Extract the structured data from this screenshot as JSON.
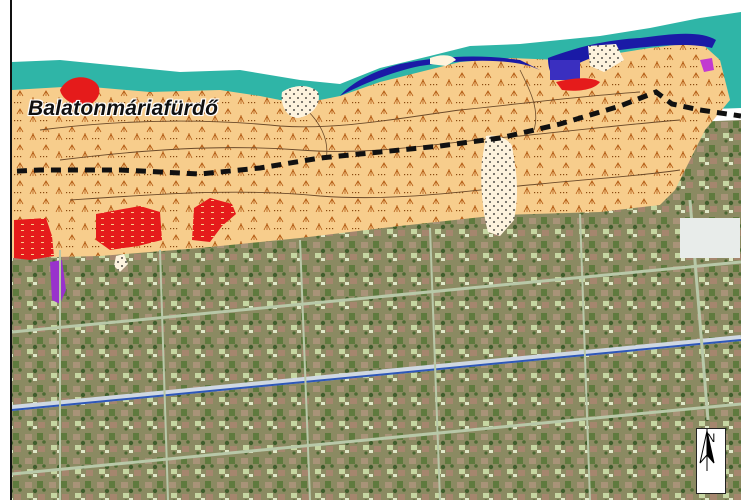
{
  "map": {
    "place_label": "Balatonmáriafürdő",
    "north_label": "N"
  },
  "layers": [
    {
      "name": "lake-water",
      "color": "#2fb5a7"
    },
    {
      "name": "protected-reed-zone",
      "color": "#f7cd8c"
    },
    {
      "name": "degraded-patches",
      "color": "#e51b1b"
    },
    {
      "name": "deep-water-edge",
      "color": "#1a1aa6"
    },
    {
      "name": "sandy-open-areas",
      "color": "#fff3dc"
    },
    {
      "name": "purple-patch",
      "color": "#9932cc"
    },
    {
      "name": "border-line",
      "color": "#111111"
    },
    {
      "name": "settlement-imagery",
      "color": "#7d8e58"
    }
  ]
}
